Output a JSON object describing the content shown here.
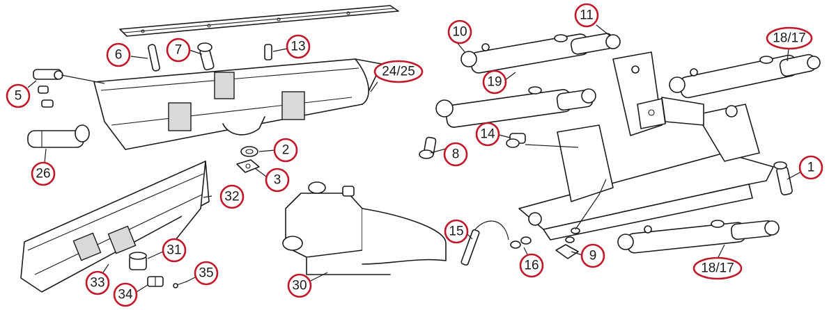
{
  "callouts": {
    "c1": "1",
    "c2": "2",
    "c3": "3",
    "c5": "5",
    "c6": "6",
    "c7": "7",
    "c8": "8",
    "c9": "9",
    "c10": "10",
    "c11": "11",
    "c13": "13",
    "c14": "14",
    "c15": "15",
    "c16": "16",
    "c18_17_top": "18/17",
    "c18_17_bottom": "18/17",
    "c19": "19",
    "c24_25": "24/25",
    "c26": "26",
    "c30": "30",
    "c31": "31",
    "c32": "32",
    "c33": "33",
    "c34": "34",
    "c35": "35"
  },
  "colors": {
    "callout_ring": "#c0182a",
    "line": "#1a1a1a",
    "background": "#ffffff"
  }
}
